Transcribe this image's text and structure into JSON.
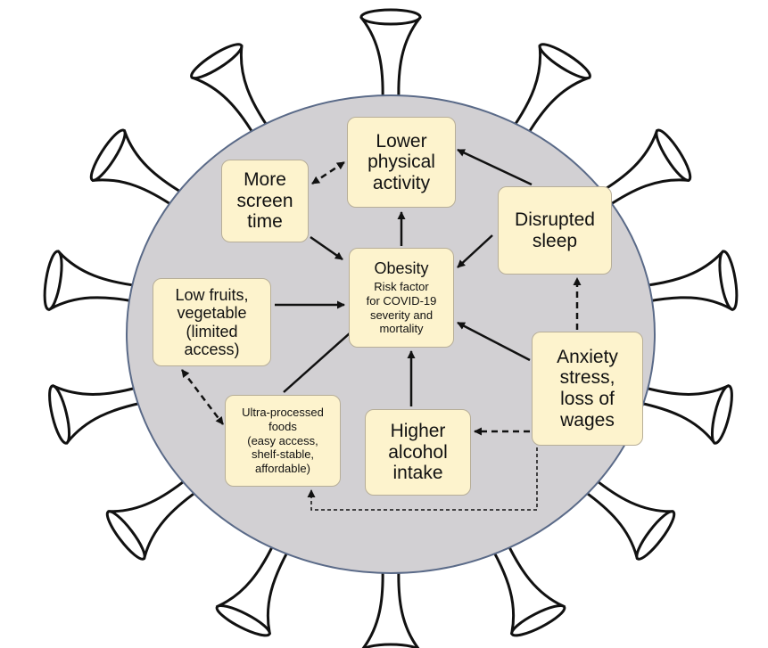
{
  "diagram": {
    "colors": {
      "virus_fill": "#d2d0d3",
      "virus_outline": "#5a6a88",
      "spike_fill": "#ffffff",
      "spike_outline": "#111111",
      "box_fill": "#fdf3cd",
      "box_border": "#b7ae98",
      "arrow": "#111111"
    },
    "nodes": {
      "lower_physical_activity": [
        "Lower",
        "physical",
        "activity"
      ],
      "more_screen_time": [
        "More",
        "screen",
        "time"
      ],
      "disrupted_sleep": [
        "Disrupted",
        "sleep"
      ],
      "obesity": {
        "title": "Obesity",
        "subtitle": [
          "Risk factor",
          "for COVID-19",
          "severity and",
          "mortality"
        ]
      },
      "low_fruits_vegetable": [
        "Low fruits,",
        "vegetable",
        "(limited",
        "access)"
      ],
      "anxiety_stress": [
        "Anxiety",
        "stress,",
        "loss of",
        "wages"
      ],
      "ultra_processed_foods": [
        "Ultra-processed",
        "foods",
        "(easy access,",
        "shelf-stable,",
        "affordable)"
      ],
      "higher_alcohol_intake": [
        "Higher",
        "alcohol",
        "intake"
      ]
    },
    "edges": [
      {
        "from": "obesity",
        "to": "lower_physical_activity",
        "style": "solid"
      },
      {
        "from": "more_screen_time",
        "to": "lower_physical_activity",
        "style": "dashed",
        "bidirectional": true
      },
      {
        "from": "more_screen_time",
        "to": "obesity",
        "style": "solid"
      },
      {
        "from": "disrupted_sleep",
        "to": "lower_physical_activity",
        "style": "solid"
      },
      {
        "from": "disrupted_sleep",
        "to": "obesity",
        "style": "solid"
      },
      {
        "from": "low_fruits_vegetable",
        "to": "obesity",
        "style": "solid"
      },
      {
        "from": "low_fruits_vegetable",
        "to": "ultra_processed_foods",
        "style": "dashed",
        "bidirectional": true
      },
      {
        "from": "ultra_processed_foods",
        "to": "obesity",
        "style": "solid"
      },
      {
        "from": "higher_alcohol_intake",
        "to": "obesity",
        "style": "solid"
      },
      {
        "from": "anxiety_stress",
        "to": "obesity",
        "style": "solid"
      },
      {
        "from": "anxiety_stress",
        "to": "disrupted_sleep",
        "style": "dashed"
      },
      {
        "from": "anxiety_stress",
        "to": "higher_alcohol_intake",
        "style": "dashed"
      },
      {
        "from": "anxiety_stress",
        "to": "ultra_processed_foods",
        "style": "dotted"
      }
    ]
  }
}
